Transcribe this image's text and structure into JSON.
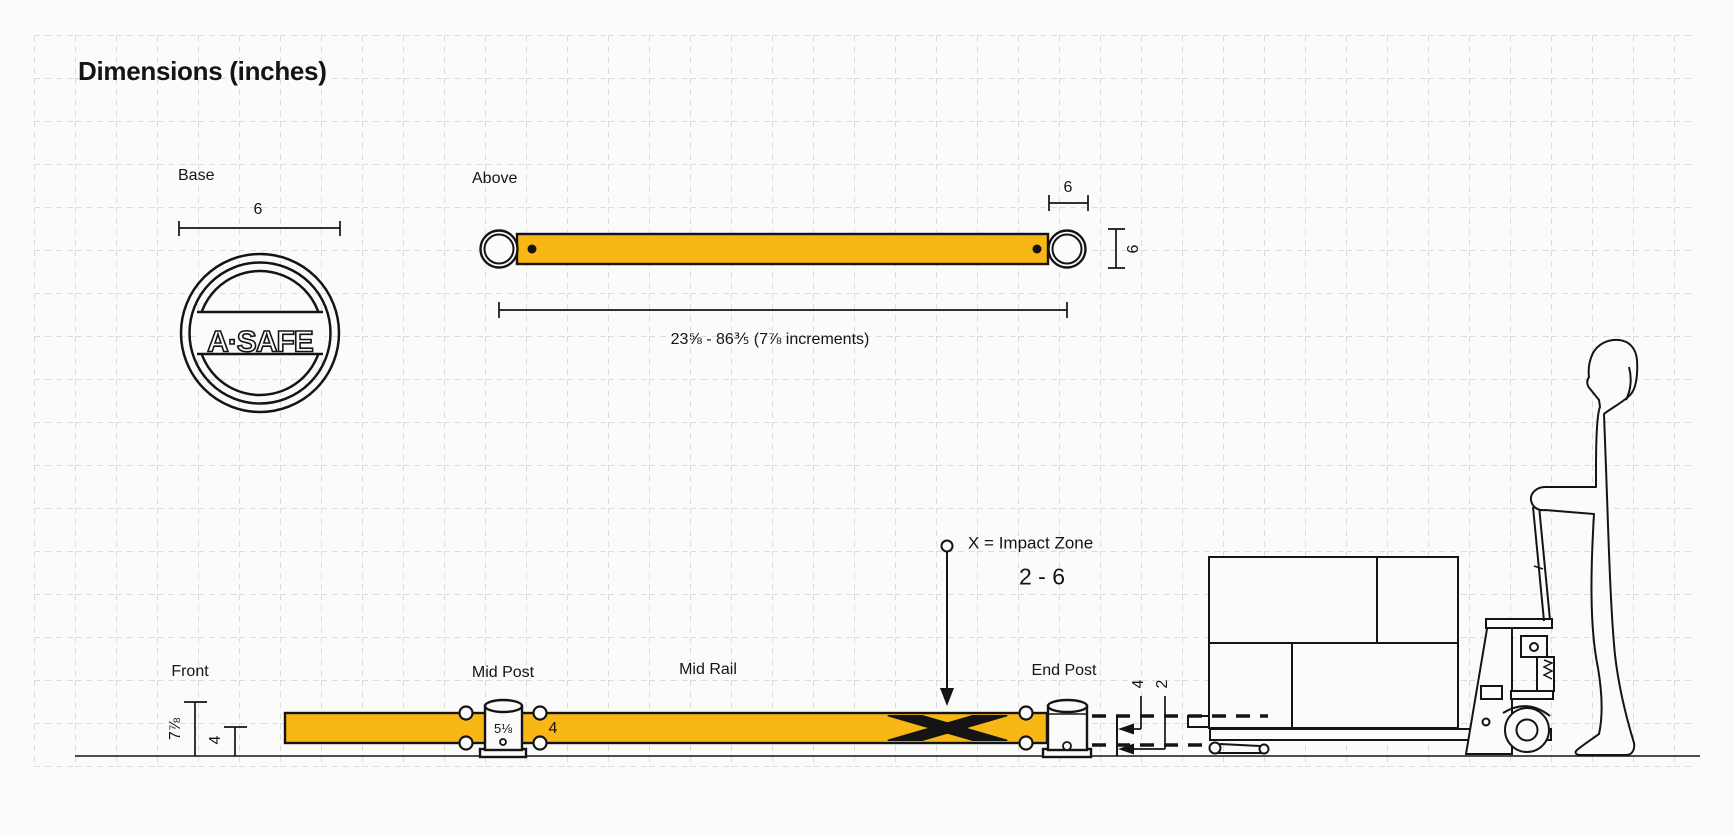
{
  "title": "Dimensions (inches)",
  "colors": {
    "rail_yellow": "#F9B715",
    "line_black": "#141414",
    "grid": "#DCDCDA",
    "background": "#FBFBFA"
  },
  "base_view": {
    "label": "Base",
    "diameter_dim": "6",
    "logo_text": "A·SAFE"
  },
  "above_view": {
    "label": "Above",
    "end_cap_dim": "6",
    "rail_depth_dim": "6",
    "length_range_dim": "23⅝ - 86⅗ (7⅞ increments)"
  },
  "front_view": {
    "label": "Front",
    "post_height_dim": "7⅞",
    "rail_base_height_dim": "4",
    "mid_post_label": "Mid Post",
    "post_width_dim": "5⅛",
    "rail_height_dim": "4",
    "mid_rail_label": "Mid Rail",
    "end_post_label": "End Post",
    "impact_zone_label": "X = Impact Zone",
    "impact_zone_range": "2 - 6",
    "clearance_top_dim": "4",
    "clearance_bottom_dim": "2"
  }
}
